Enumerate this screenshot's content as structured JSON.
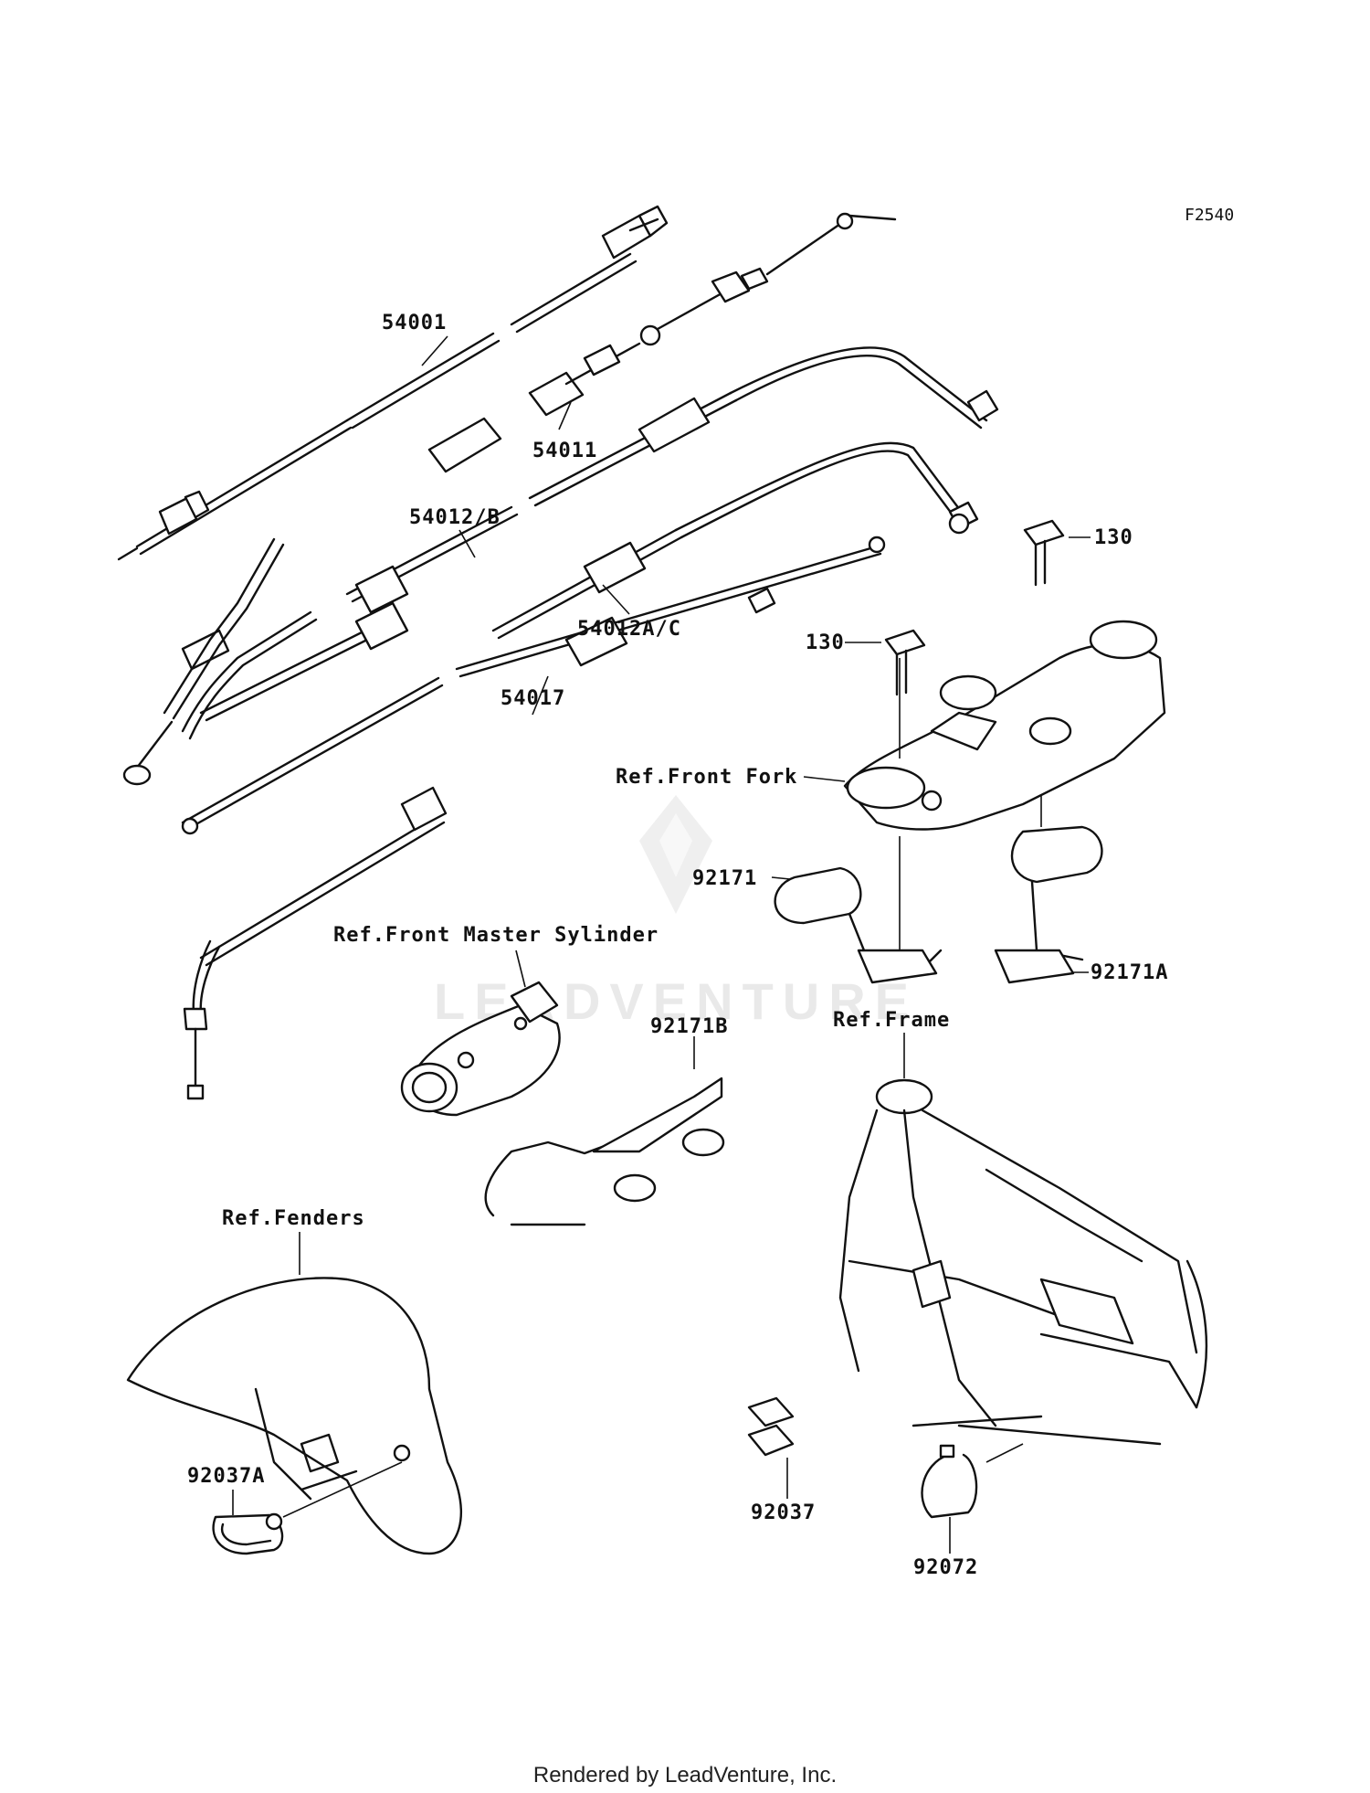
{
  "diagram_code": "F2540",
  "watermark": "LEADVENTURE",
  "footer": "Rendered by LeadVenture, Inc.",
  "parts": {
    "p54001": "54001",
    "p54011": "54011",
    "p54012b": "54012/B",
    "p54012ac": "54012A/C",
    "p54017": "54017",
    "p130a": "130",
    "p130b": "130",
    "p92171": "92171",
    "p92171a": "92171A",
    "p92171b": "92171B",
    "p92037a": "92037A",
    "p92037": "92037",
    "p92072": "92072"
  },
  "refs": {
    "front_fork": "Ref.Front Fork",
    "front_master": "Ref.Front Master Sylinder",
    "frame": "Ref.Frame",
    "fenders": "Ref.Fenders"
  }
}
